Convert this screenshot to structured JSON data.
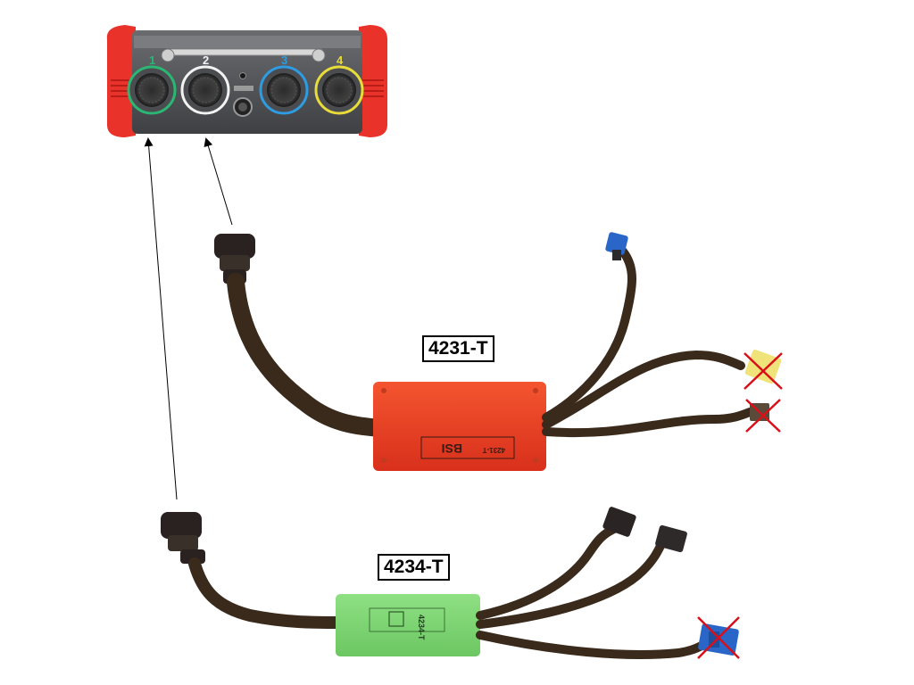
{
  "device": {
    "ports": [
      {
        "number": "1",
        "ring_color": "#2bb673"
      },
      {
        "number": "2",
        "ring_color": "#f2f2f2"
      },
      {
        "number": "3",
        "ring_color": "#2f9be0"
      },
      {
        "number": "4",
        "ring_color": "#e8dc3a"
      }
    ],
    "body_color": "#5a5c60",
    "bumper_color": "#e8322a"
  },
  "cables": {
    "red_box": {
      "label": "4231-T",
      "box_color": "#ef3b24",
      "box_text": "BSI",
      "box_code": "4231-T"
    },
    "green_box": {
      "label": "4234-T",
      "box_color": "#7ed673",
      "box_code": "4234-T"
    }
  },
  "colors": {
    "braid": "#3a2a1c",
    "cross": "#d8101a",
    "connector_blue": "#2a66c8",
    "connector_yellow": "#f0e37a"
  }
}
